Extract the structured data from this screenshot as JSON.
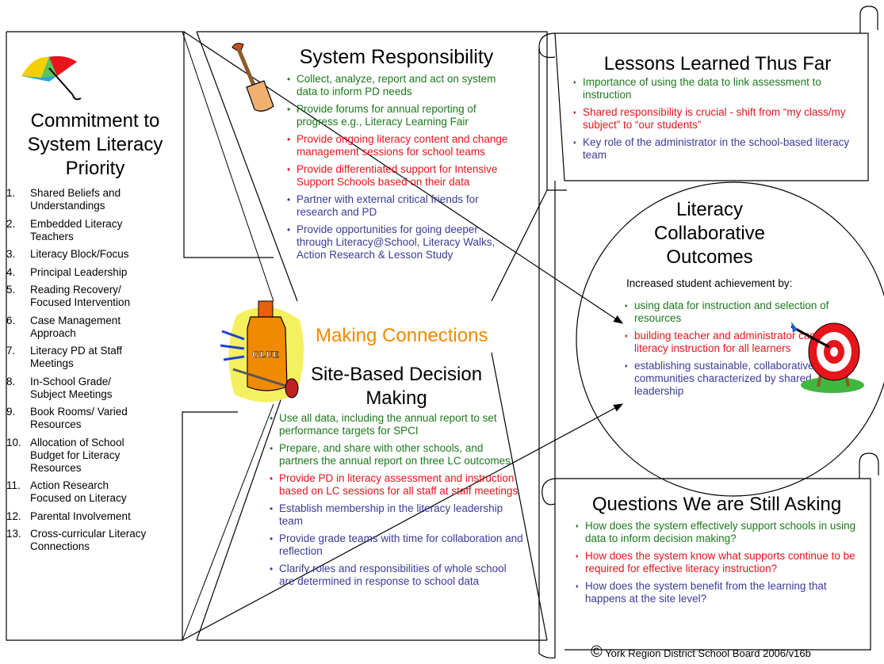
{
  "commitment": {
    "title": "Commitment to System Literacy Priority",
    "items": [
      {
        "num": "1.",
        "text": "Shared Beliefs and Understandings"
      },
      {
        "num": "2.",
        "text": "Embedded Literacy Teachers"
      },
      {
        "num": "3.",
        "text": "Literacy Block/Focus"
      },
      {
        "num": "4.",
        "text": "Principal Leadership"
      },
      {
        "num": "5.",
        "text": "Reading Recovery/ Focused Intervention"
      },
      {
        "num": "6.",
        "text": "Case Management Approach"
      },
      {
        "num": "7.",
        "text": "Literacy PD at Staff Meetings"
      },
      {
        "num": "8.",
        "text": "In-School Grade/ Subject Meetings"
      },
      {
        "num": "9.",
        "text": "Book Rooms/ Varied Resources"
      },
      {
        "num": "10.",
        "text": "Allocation of School Budget for Literacy Resources"
      },
      {
        "num": "11.",
        "text": "Action Research Focused on Literacy"
      },
      {
        "num": "12.",
        "text": "Parental Involvement"
      },
      {
        "num": "13.",
        "text": "Cross-curricular Literacy Connections"
      }
    ]
  },
  "system": {
    "title": "System Responsibility",
    "items": [
      {
        "text": "Collect, analyze, report and act on system data to inform PD needs",
        "color": "green"
      },
      {
        "text": "Provide forums for annual reporting of progress e.g., Literacy Learning Fair",
        "color": "green"
      },
      {
        "text": "Provide ongoing literacy content and change management sessions for school teams",
        "color": "red"
      },
      {
        "text": "Provide differentiated support for Intensive Support Schools based on their data",
        "color": "red"
      },
      {
        "text": "Partner with external critical friends for research and PD",
        "color": "blue"
      },
      {
        "text": "Provide opportunities for going deeper through Literacy@School, Literacy Walks, Action Research & Lesson Study",
        "color": "blue"
      }
    ]
  },
  "connections": {
    "label": "Making Connections",
    "glue_label": "GLUE"
  },
  "site": {
    "title": "Site-Based Decision Making",
    "items": [
      {
        "text": "Use all data, including the annual report to set performance targets for SPCI",
        "color": "green"
      },
      {
        "text": "Prepare, and share with other schools, and partners the annual report on three LC outcomes",
        "color": "green"
      },
      {
        "text": "Provide PD in literacy assessment and instruction based on LC sessions for all staff at staff meetings",
        "color": "red"
      },
      {
        "text": "Establish membership in the literacy leadership team",
        "color": "blue"
      },
      {
        "text": "Provide grade teams with time for collaboration and reflection",
        "color": "blue"
      },
      {
        "text": "Clarify roles and responsibilities of whole school are determined in response to school data",
        "color": "blue"
      }
    ]
  },
  "lessons": {
    "title": "Lessons Learned Thus Far",
    "items": [
      {
        "text": "Importance of using the data to link assessment to instruction",
        "color": "green"
      },
      {
        "text": "Shared responsibility is crucial - shift from “my class/my subject” to “our students”",
        "color": "red"
      },
      {
        "text": "Key role of the administrator in the school-based literacy team",
        "color": "blue"
      }
    ]
  },
  "outcomes": {
    "title": "Literacy Collaborative Outcomes",
    "subtitle": "Increased student achievement by:",
    "items": [
      {
        "text": "using data for instruction and selection of resources",
        "color": "green"
      },
      {
        "text": "building teacher and administrator capacity for literacy instruction for all learners",
        "color": "red"
      },
      {
        "text": "establishing sustainable, collaborative learning communities characterized by shared leadership",
        "color": "blue"
      }
    ]
  },
  "questions": {
    "title": "Questions We are Still Asking",
    "items": [
      {
        "text": "How does the system effectively support schools in using data to inform decision making?",
        "color": "green"
      },
      {
        "text": "How does the system know what supports continue to be required for effective literacy instruction?",
        "color": "red"
      },
      {
        "text": "How does the system benefit from the learning that happens at the site level?",
        "color": "blue"
      }
    ]
  },
  "footer": {
    "symbol": "©",
    "text": "York Region District School Board 2006/v16b"
  },
  "colors": {
    "green": "#1a7a1a",
    "red": "#e8141c",
    "blue": "#3a3a98",
    "orange": "#f08a00"
  }
}
